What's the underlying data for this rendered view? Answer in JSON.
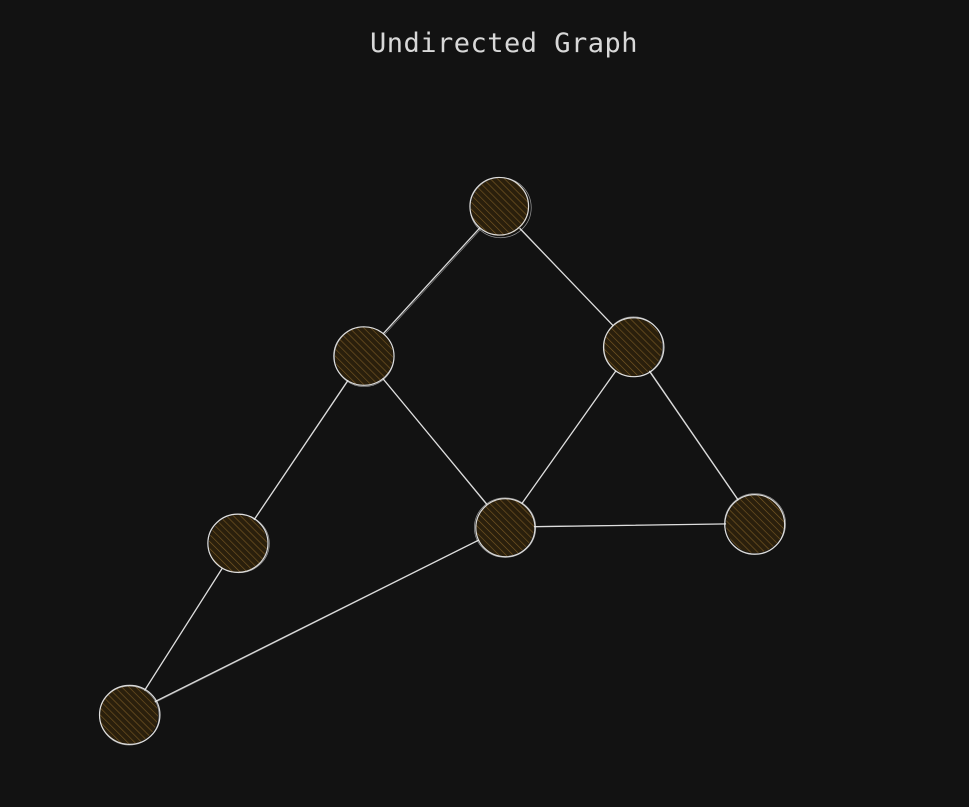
{
  "diagram": {
    "title": "Undirected Graph",
    "type": "undirected-graph",
    "colors": {
      "background": "#121212",
      "node_fill": "#3a2a10",
      "node_hatch": "#7a5a25",
      "stroke": "#e6e6e6",
      "title": "#d8d8d8"
    },
    "nodes": [
      {
        "id": "top"
      },
      {
        "id": "mid-left"
      },
      {
        "id": "mid-right"
      },
      {
        "id": "left"
      },
      {
        "id": "center"
      },
      {
        "id": "right"
      },
      {
        "id": "bottom-left"
      }
    ],
    "edges": [
      {
        "source": "top",
        "target": "mid-left"
      },
      {
        "source": "top",
        "target": "mid-right"
      },
      {
        "source": "mid-left",
        "target": "left"
      },
      {
        "source": "mid-left",
        "target": "center"
      },
      {
        "source": "mid-right",
        "target": "center"
      },
      {
        "source": "mid-right",
        "target": "right"
      },
      {
        "source": "center",
        "target": "right"
      },
      {
        "source": "left",
        "target": "bottom-left"
      },
      {
        "source": "center",
        "target": "bottom-left"
      }
    ]
  }
}
